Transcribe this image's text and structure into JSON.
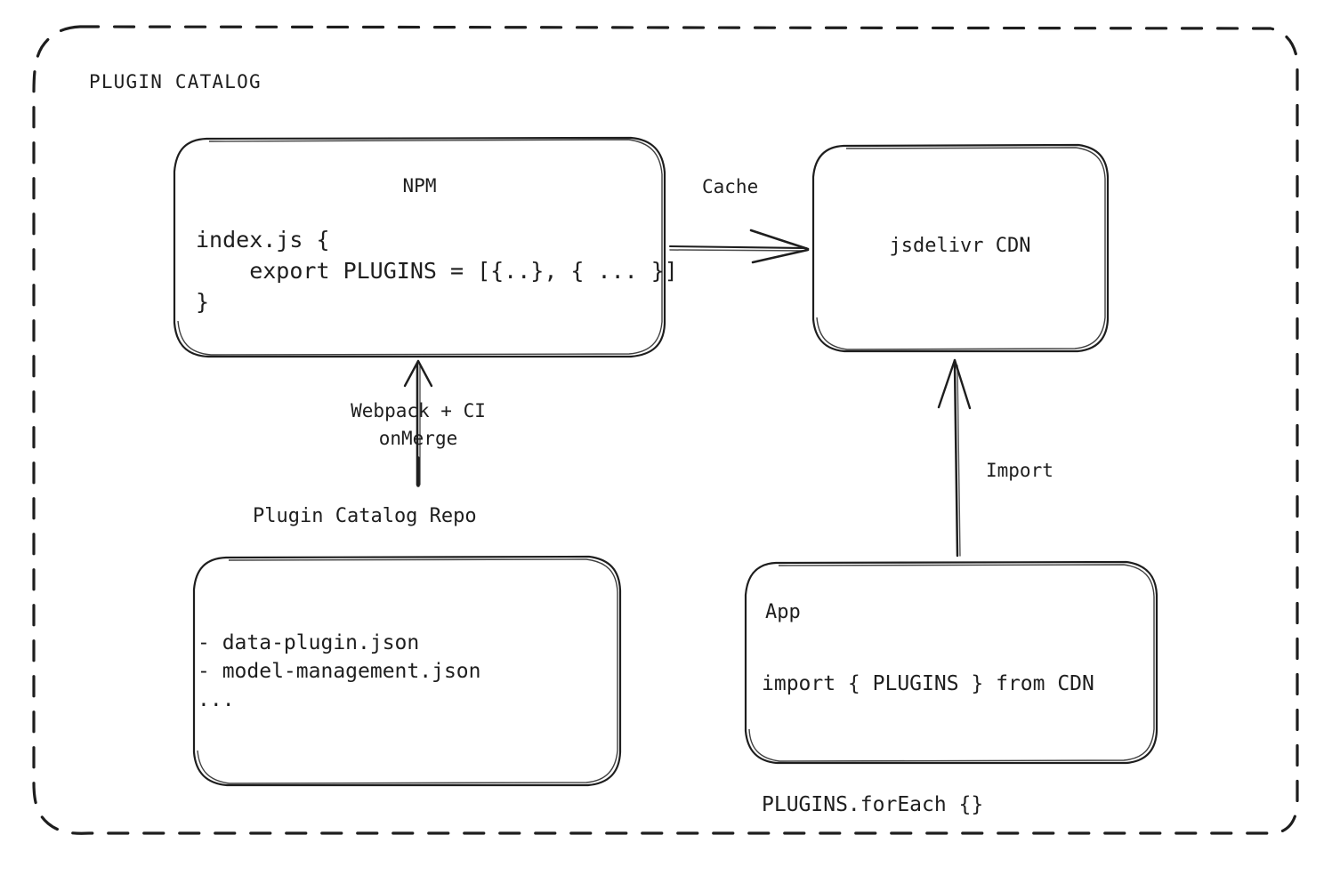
{
  "diagram": {
    "type": "architecture-flow",
    "style": "hand-drawn",
    "background": "#ffffff",
    "stroke_color": "#1e1e1e",
    "group": {
      "title": "PLUGIN CATALOG",
      "border": "dashed"
    },
    "nodes": [
      {
        "id": "npm",
        "title": "NPM",
        "code": "index.js {\n    export PLUGINS = [{..}, { ... }]\n}"
      },
      {
        "id": "cdn",
        "title": "jsdelivr CDN"
      },
      {
        "id": "repo",
        "label": "Plugin Catalog Repo",
        "files": "- data-plugin.json\n- model-management.json\n..."
      },
      {
        "id": "app",
        "title": "App",
        "code": "import { PLUGINS } from CDN\n\nPLUGINS.forEach {}"
      }
    ],
    "edges": [
      {
        "id": "npm-to-cdn",
        "label": "Cache",
        "from": "npm",
        "to": "cdn",
        "direction": "right"
      },
      {
        "id": "repo-to-npm",
        "label": "Webpack + CI\nonMerge",
        "from": "repo",
        "to": "npm",
        "direction": "up"
      },
      {
        "id": "app-to-cdn",
        "label": "Import",
        "from": "app",
        "to": "cdn",
        "direction": "up"
      }
    ]
  }
}
